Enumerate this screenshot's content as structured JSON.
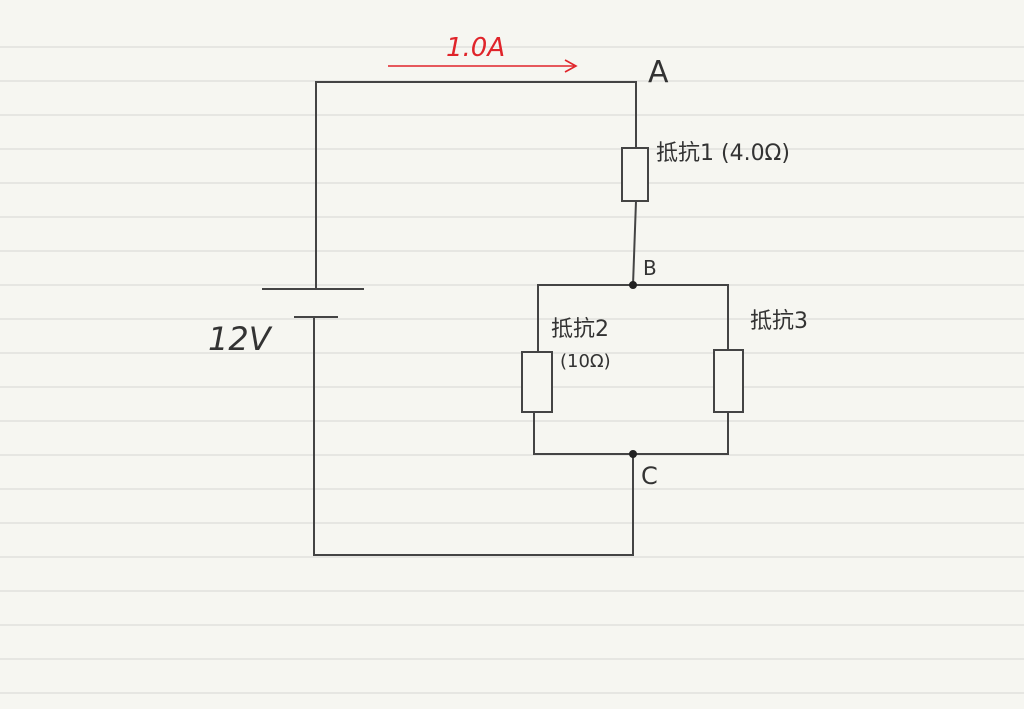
{
  "labels": {
    "current": "1.0A",
    "node_a": "A",
    "node_b": "B",
    "node_c": "C",
    "battery": "12V",
    "resistor1": "抵抗1 (4.0Ω)",
    "resistor2_name": "抵抗2",
    "resistor2_value": "(10Ω)",
    "resistor3": "抵抗3"
  },
  "colors": {
    "paper": "#f6f6f1",
    "rule_line": "#d6d6d2",
    "wire": "#444444",
    "current_arrow": "#e0242a",
    "text": "#333333"
  }
}
